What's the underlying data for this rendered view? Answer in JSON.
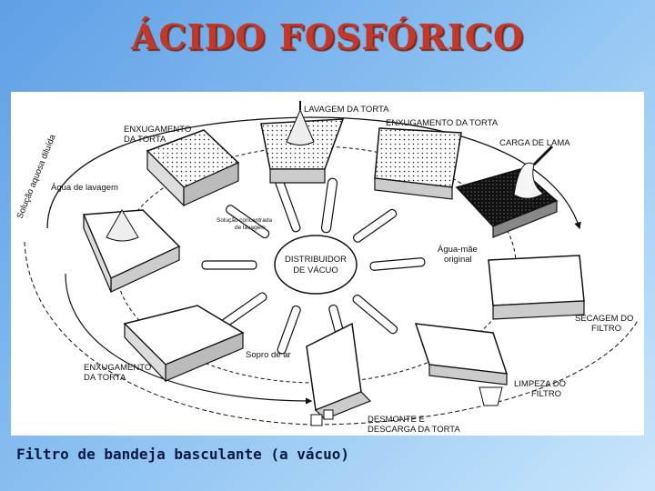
{
  "title": "ÁCIDO FOSFÓRICO",
  "caption": "Filtro de bandeja basculante (a vácuo)",
  "diagram": {
    "labels": {
      "lavagem_torta": "LAVAGEM DA TORTA",
      "enxugamento_top_right": "ENXUGAMENTO DA TORTA",
      "enxugamento_top_left_1": "ENXUGAMENTO",
      "enxugamento_top_left_2": "DA TORTA",
      "carga_lama": "CARGA DE LAMA",
      "solucao_aquosa": "Solução aquosa diluída",
      "agua_lavagem": "Água de lavagem",
      "solucao_concentrada_1": "Solução concentrada",
      "solucao_concentrada_2": "de lavagem",
      "distribuidor_1": "DISTRIBUIDOR",
      "distribuidor_2": "DE VÁCUO",
      "agua_mae_1": "Água-mãe",
      "agua_mae_2": "original",
      "secagem_1": "SECAGEM DO",
      "secagem_2": "FILTRO",
      "sopro_ar": "Sopro de ar",
      "enxugamento_bottom_1": "ENXUGAMENTO",
      "enxugamento_bottom_2": "DA TORTA",
      "limpeza_1": "LIMPEZA DO",
      "limpeza_2": "FILTRO",
      "desmonte_1": "DESMONTE E",
      "desmonte_2": "DESCARGA DA TORTA"
    }
  }
}
